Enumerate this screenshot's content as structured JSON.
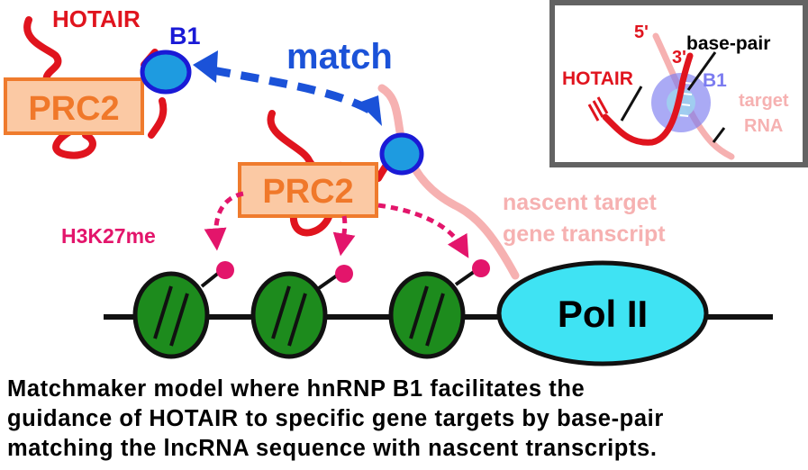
{
  "labels": {
    "hotair_main": "HOTAIR",
    "b1_main": "B1",
    "prc2_top": "PRC2",
    "match": "match",
    "prc2_center": "PRC2",
    "h3k27me": "H3K27me",
    "nascent_line1": "nascent target",
    "nascent_line2": "gene transcript",
    "pol2": "Pol II"
  },
  "inset": {
    "five_prime": "5'",
    "three_prime": "3'",
    "base_pair": "base-pair",
    "hotair": "HOTAIR",
    "b1": "B1",
    "target_line1": "target",
    "target_line2": "RNA"
  },
  "caption": {
    "line1": "Matchmaker model where hnRNP B1 facilitates the",
    "line2": "guidance of HOTAIR to specific gene targets by base-pair",
    "line3": "matching the lncRNA sequence with nascent transcripts."
  },
  "colors": {
    "hotair_red": "#e0141e",
    "b1_fill": "#1e9be0",
    "b1_ring": "#1a1ad6",
    "prc2_fill": "#fbc9a4",
    "prc2_border": "#ef7b2d",
    "prc2_text": "#f0782a",
    "match_blue": "#1b52d8",
    "methyl_pink": "#e3156b",
    "nascent_pink": "#f6b1b1",
    "nucleosome_green": "#1d8b1d",
    "pol2_fill": "#3fe3f3",
    "inset_border": "#636363"
  }
}
